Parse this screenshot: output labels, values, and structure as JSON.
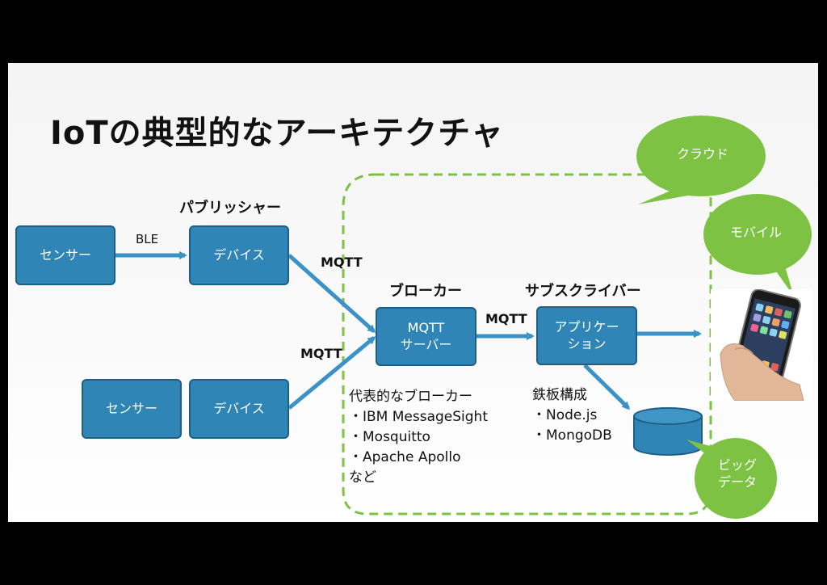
{
  "slide": {
    "title": "IoTの典型的なアーキテクチャ"
  },
  "diagram": {
    "boxes": {
      "sensor_top": "センサー",
      "device_top": "デバイス",
      "sensor_bottom": "センサー",
      "device_bottom": "デバイス",
      "mqtt_server_line1": "MQTT",
      "mqtt_server_line2": "サーバー",
      "application_line1": "アプリケー",
      "application_line2": "ション"
    },
    "labels": {
      "publisher": "パブリッシャー",
      "broker": "ブローカー",
      "subscriber": "サブスクライバー",
      "ble": "BLE",
      "mqtt_top": "MQTT",
      "mqtt_bottom": "MQTT",
      "mqtt_middle": "MQTT"
    },
    "broker_examples": {
      "heading": "代表的なブローカー",
      "items": [
        "・IBM MessageSight",
        "・Mosquitto",
        "・Apache Apollo"
      ],
      "footer": "など"
    },
    "standard_stack": {
      "heading": "鉄板構成",
      "items": [
        "・Node.js",
        "・MongoDB"
      ]
    },
    "bubbles": {
      "cloud": "クラウド",
      "mobile": "モバイル",
      "bigdata_line1": "ビッグ",
      "bigdata_line2": "データ"
    },
    "colors": {
      "box_fill": "#2e85b6",
      "box_border": "#1e5f86",
      "arrow": "#3a92c9",
      "bubble": "#7dc242",
      "dashed_border": "#7dc242"
    },
    "icons": {
      "database": "database-icon",
      "phone": "smartphone-in-hand-image"
    }
  }
}
